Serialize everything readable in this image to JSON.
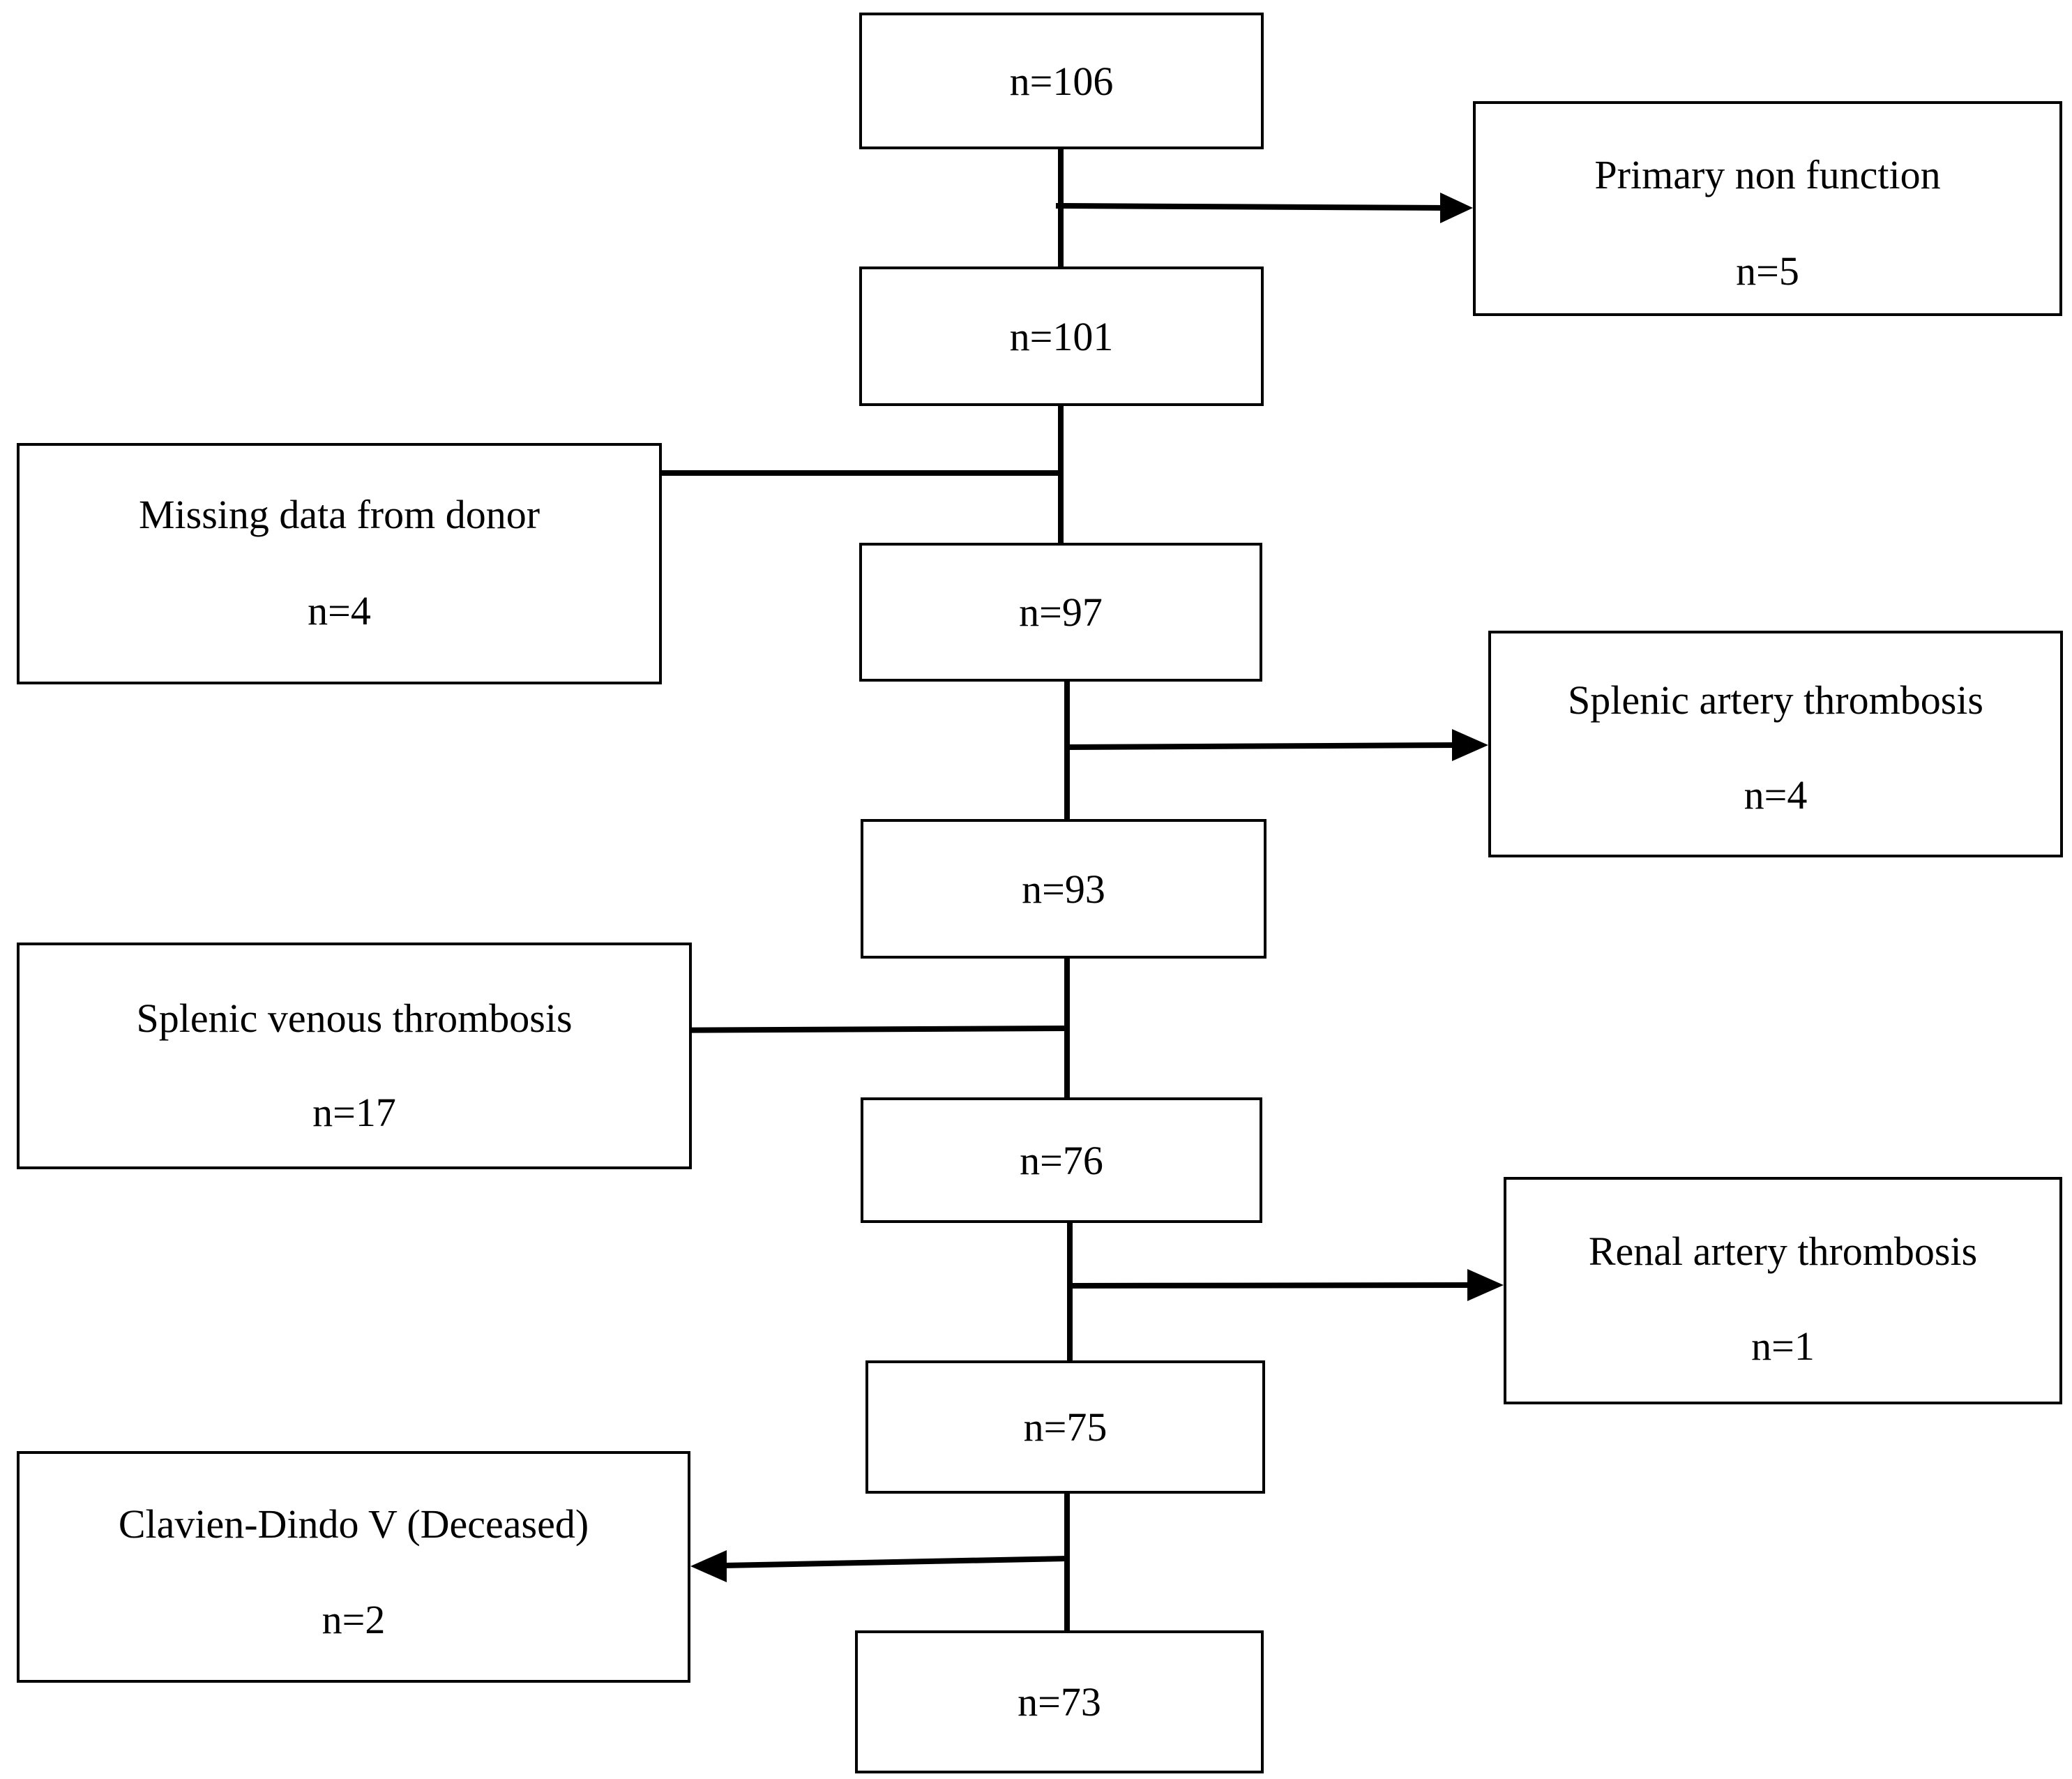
{
  "flowchart": {
    "main": [
      "n=106",
      "n=101",
      "n=97",
      "n=93",
      "n=76",
      "n=75",
      "n=73"
    ],
    "exclusions": [
      {
        "label": "Primary non function",
        "count": "n=5"
      },
      {
        "label": "Missing data from donor",
        "count": "n=4"
      },
      {
        "label": "Splenic artery thrombosis",
        "count": "n=4"
      },
      {
        "label": "Splenic venous thrombosis",
        "count": "n=17"
      },
      {
        "label": "Renal artery thrombosis",
        "count": "n=1"
      },
      {
        "label": "Clavien-Dindo V (Deceased)",
        "count": "n=2"
      }
    ]
  },
  "colors": {
    "line": "#000000",
    "box_border": "#000000",
    "background": "#ffffff"
  }
}
